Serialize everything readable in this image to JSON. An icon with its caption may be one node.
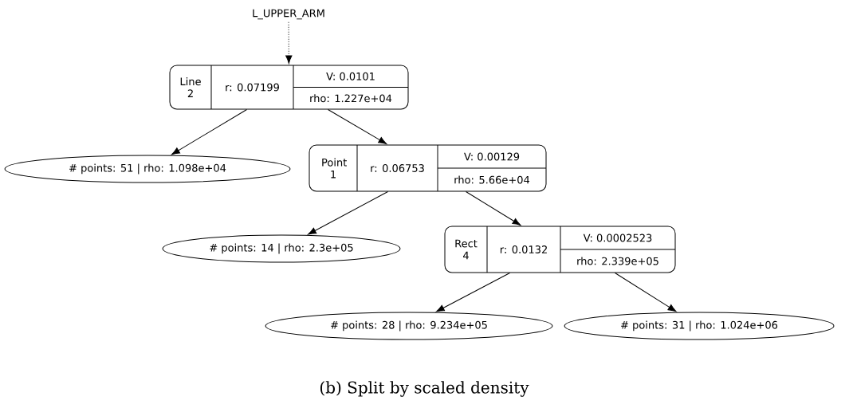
{
  "diagram": {
    "caption": "(b) Split by scaled density",
    "nodes": [
      {
        "text": [
          "L_UPPER_ARM"
        ]
      },
      {
        "text": [
          "Line 2",
          "r: 0.07199",
          "V: 0.0101",
          "rho: 1.227e+04"
        ]
      },
      {
        "text": [
          "# points: 51 | rho: 1.098e+04"
        ]
      },
      {
        "text": [
          "Point 1",
          "r: 0.06753",
          "V: 0.00129",
          "rho: 5.66e+04"
        ]
      },
      {
        "text": [
          "# points: 14 | rho: 2.3e+05"
        ]
      },
      {
        "text": [
          "Rect 4",
          "r: 0.0132",
          "V: 0.0002523",
          "rho: 2.339e+05"
        ]
      },
      {
        "text": [
          "# points: 28 | rho: 9.234e+05"
        ]
      },
      {
        "text": [
          "# points: 31 | rho: 1.024e+06"
        ]
      }
    ],
    "edges": [
      {
        "from": 0,
        "to": 1,
        "arrow": "to",
        "style": "dashed"
      },
      {
        "from": 1,
        "to": 2,
        "arrow": "to"
      },
      {
        "from": 1,
        "to": 3,
        "arrow": "to"
      },
      {
        "from": 3,
        "to": 4,
        "arrow": "to"
      },
      {
        "from": 3,
        "to": 5,
        "arrow": "to"
      },
      {
        "from": 5,
        "to": 6,
        "arrow": "to"
      },
      {
        "from": 5,
        "to": 7,
        "arrow": "to"
      }
    ]
  }
}
